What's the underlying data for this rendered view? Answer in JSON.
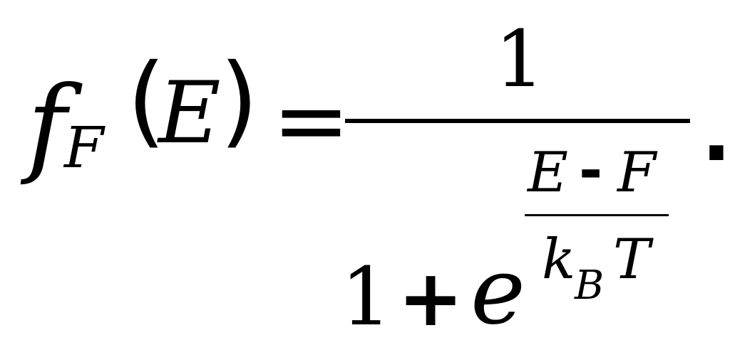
{
  "formula": {
    "lhs": {
      "function_symbol": "f",
      "function_subscript": "F",
      "open_paren": "(",
      "argument": "E",
      "close_paren": ")"
    },
    "equals": "=",
    "fraction": {
      "numerator": "1",
      "denominator": {
        "one": "1",
        "plus": "+",
        "base": "e",
        "exponent": {
          "numerator_left": "E",
          "minus": "-",
          "numerator_right": "F",
          "denominator_k": "k",
          "denominator_subscript": "B",
          "denominator_T": "T"
        }
      }
    },
    "trailing_period": "."
  }
}
